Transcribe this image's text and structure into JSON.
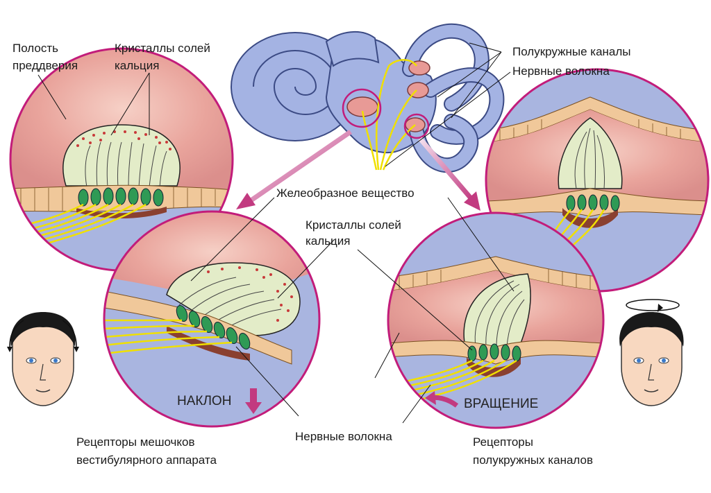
{
  "labels": {
    "vestibule_cavity_1": "Полость",
    "vestibule_cavity_2": "преддверия",
    "calcium_crystals_top_1": "Кристаллы солей",
    "calcium_crystals_top_2": "кальция",
    "semicircular_canals": "Полукружные каналы",
    "nerve_fibers_top": "Нервные волокна",
    "gelatinous_substance": "Желеобразное вещество",
    "calcium_crystals_mid_1": "Кристаллы солей",
    "calcium_crystals_mid_2": "кальция",
    "tilt": "НАКЛОН",
    "rotation": "ВРАЩЕНИЕ",
    "nerve_fibers_bottom": "Нервные волокна",
    "saccule_receptors_1": "Рецепторы мешочков",
    "saccule_receptors_2": "вестибулярного аппарата",
    "canal_receptors_1": "Рецепторы",
    "canal_receptors_2": "полукружных каналов"
  },
  "icons": [
    "inner-ear-labyrinth",
    "head-tilt-arrows",
    "head-rotation-arrow",
    "down-arrow",
    "curved-left-arrow"
  ],
  "colors": {
    "labyrinth": "#9fb0e0",
    "circle_border": "#c21c7a",
    "endolymph": "#e8a09a",
    "fluid_bg": "#a8b4e0",
    "gel": "#e3ecc8",
    "hair_cell": "#2f9a55",
    "nerve": "#f0e000",
    "crystals": "#c83a3a",
    "arrow": "#c23a80"
  }
}
